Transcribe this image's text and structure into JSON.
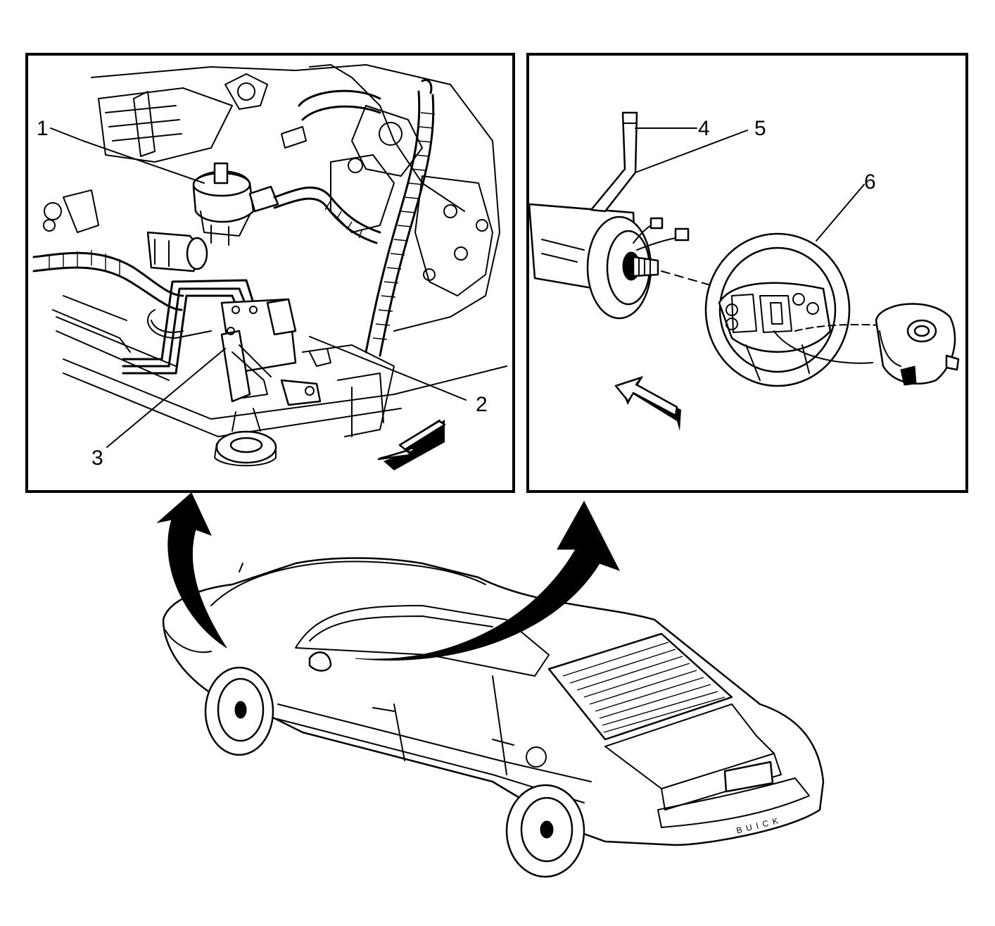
{
  "callouts": [
    {
      "id": "1",
      "label": "1"
    },
    {
      "id": "2",
      "label": "2"
    },
    {
      "id": "3",
      "label": "3"
    },
    {
      "id": "4",
      "label": "4"
    },
    {
      "id": "5",
      "label": "5"
    },
    {
      "id": "6",
      "label": "6"
    }
  ],
  "vehicle_badge": "BUICK",
  "icons": [
    "direction-arrow-icon",
    "callout-leader-icon",
    "view-arrow-icon"
  ]
}
